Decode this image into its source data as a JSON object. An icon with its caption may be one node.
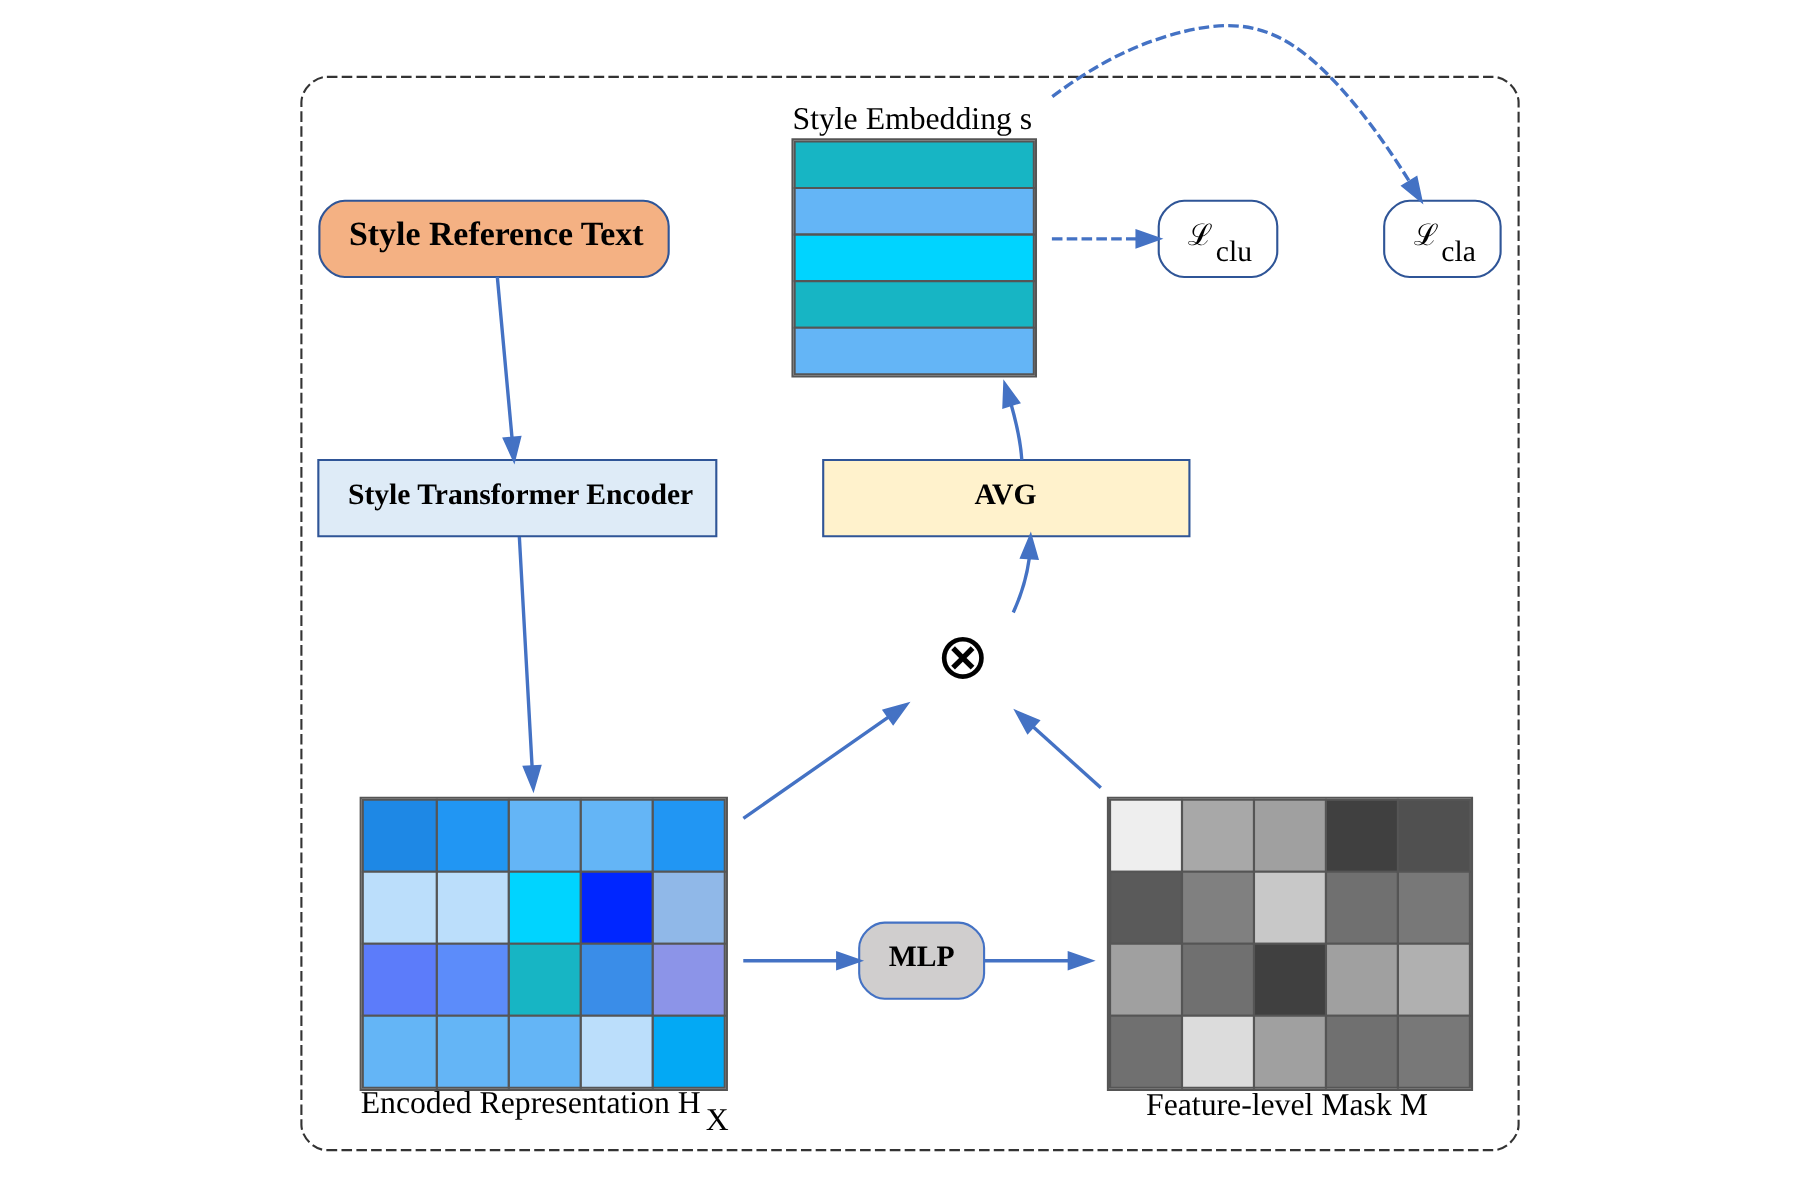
{
  "diagram": {
    "nodes": [
      {
        "text": [],
        "shape": "box"
      },
      {
        "text": [
          "Style Reference Text"
        ],
        "in": 0
      },
      {
        "text": [
          "Style Transformer Encoder"
        ],
        "in": 0
      },
      {
        "text": [],
        "shape": "picture",
        "beside": [
          "Encoded Representation H$_{X}$"
        ],
        "in": 0
      },
      {
        "text": [
          "MLP"
        ],
        "in": 0
      },
      {
        "text": [],
        "shape": "picture",
        "beside": [
          "Feature-level Mask M"
        ],
        "in": 0
      },
      {
        "text": [
          "⊗"
        ],
        "in": 0
      },
      {
        "text": [
          "AVG"
        ],
        "in": 0
      },
      {
        "text": [],
        "shape": "picture",
        "beside": [
          "Style Embedding s"
        ],
        "in": 0
      },
      {
        "text": [
          "ℒ$_{cla}$"
        ],
        "in": 0
      },
      {
        "text": [
          "ℒ$_{clu}$"
        ],
        "in": 0
      }
    ],
    "edges": [
      {
        "from": 1,
        "to": 2,
        "arrow": "to"
      },
      {
        "from": 2,
        "to": 3,
        "arrow": "to"
      },
      {
        "from": 3,
        "to": 6,
        "arrow": "to"
      },
      {
        "from": 3,
        "to": 4,
        "arrow": "to"
      },
      {
        "from": 4,
        "to": 5,
        "arrow": "to"
      },
      {
        "from": 5,
        "to": 6,
        "arrow": "to"
      },
      {
        "from": 6,
        "to": 7,
        "arrow": "to"
      },
      {
        "from": 7,
        "to": 8,
        "arrow": "to"
      },
      {
        "from": 8,
        "to": 9,
        "arrow": "to",
        "style": "dashed"
      },
      {
        "from": 8,
        "to": 10,
        "arrow": "to",
        "style": "dashed"
      }
    ]
  }
}
